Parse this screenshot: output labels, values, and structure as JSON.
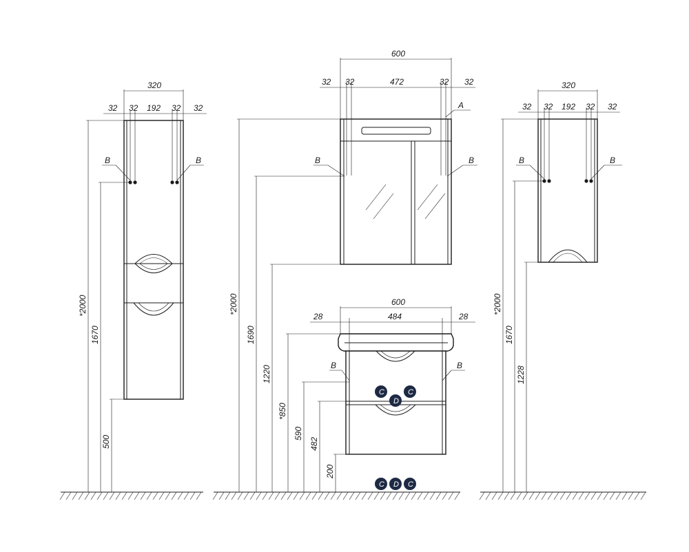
{
  "left_cabinet": {
    "width_total": "320",
    "widths": [
      "32",
      "32",
      "192",
      "32",
      "32"
    ],
    "h_total": "*2000",
    "h_hole": "1670",
    "h_bottom": "500",
    "label_b": "B"
  },
  "mirror_cabinet": {
    "width_total": "600",
    "widths": [
      "32",
      "32",
      "472",
      "32",
      "32"
    ],
    "label_a": "A",
    "label_b": "B",
    "h_total": "*2000",
    "h_hole": "1690",
    "h_bottom": "1220"
  },
  "vanity": {
    "width_total": "600",
    "widths": [
      "28",
      "484",
      "28"
    ],
    "label_b": "B",
    "h_top": "*850",
    "h_hole": "590",
    "h_mid": "482",
    "h_bottom": "200",
    "markers": [
      "C",
      "D",
      "C"
    ]
  },
  "right_cabinet": {
    "width_total": "320",
    "widths": [
      "32",
      "32",
      "192",
      "32",
      "32"
    ],
    "h_total": "*2000",
    "h_hole": "1670",
    "h_bottom": "1228",
    "label_b": "B"
  },
  "colors": {
    "line": "#1a1a1a",
    "marker_fill": "#1e2a44"
  }
}
